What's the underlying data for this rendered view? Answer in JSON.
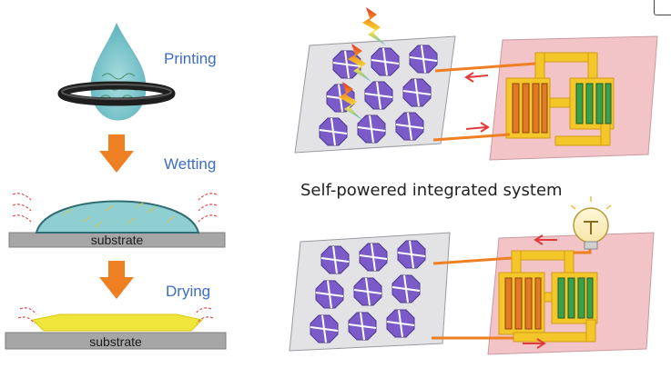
{
  "steps": {
    "printing": "Printing",
    "wetting": "Wetting",
    "drying": "Drying"
  },
  "substrate_label": "substrate",
  "caption": "Self-powered integrated system",
  "colors": {
    "label_blue": "#3d6dc4",
    "arrow_orange": "#ee7f22",
    "cell_purple": "#7a5bc8",
    "panel_pink": "#f2c4c8",
    "panel_gray": "#e3e3e6",
    "electrode_gold": "#f3c629",
    "green_bars": "#3aa04b",
    "orange_bars": "#e17a24",
    "film_yellow": "#f0e53a",
    "droplet_teal": "#7fc6cc"
  },
  "icons": [
    "droplet-icon",
    "arrow-down-icon",
    "lightning-icon",
    "lightbulb-icon",
    "solar-cell-icon"
  ]
}
